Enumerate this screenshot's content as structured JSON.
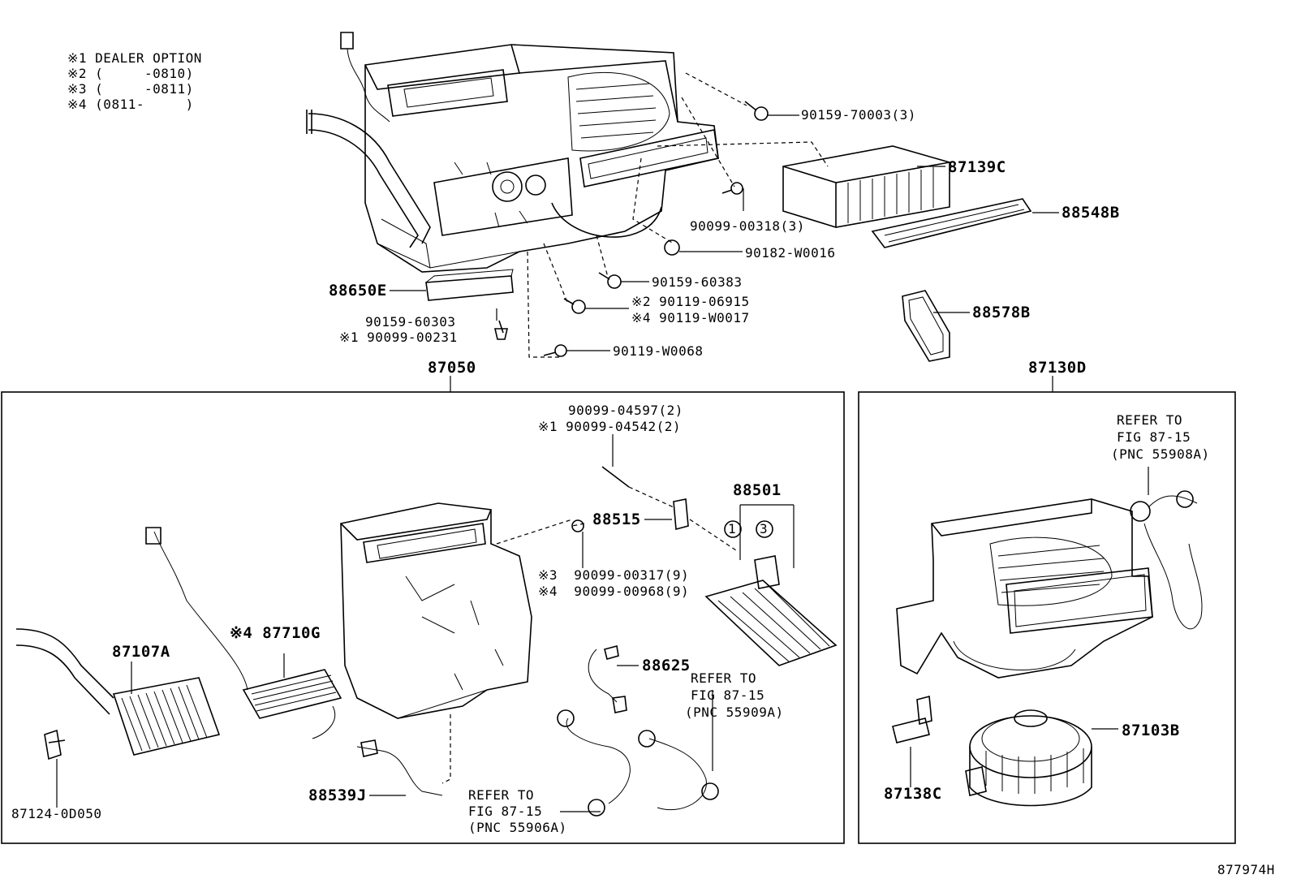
{
  "legend": {
    "note1": "※1 DEALER OPTION",
    "note2": "※2 (     -0810)",
    "note3": "※3 (     -0811)",
    "note4": "※4 (0811-     )"
  },
  "upper_labels": {
    "p90159_70003": "90159-70003(3)",
    "p87139C": "87139C",
    "p88548B": "88548B",
    "p90099_00318": "90099-00318(3)",
    "p90182_W0016": "90182-W0016",
    "p90159_60383": "90159-60383",
    "p90119_06915": "※2 90119-06915",
    "p90119_W0017": "※4 90119-W0017",
    "p88578B": "88578B",
    "p88650E": "88650E",
    "p90159_60303": "90159-60303",
    "p90099_00231": "※1 90099-00231",
    "p90119_W0068": "90119-W0068"
  },
  "group_87050": {
    "title": "87050",
    "p90099_04597": "90099-04597(2)",
    "p90099_04542": "※1 90099-04542(2)",
    "p88501": "88501",
    "circle1": "1",
    "circle3": "3",
    "p88515": "88515",
    "p90099_00317": "※3  90099-00317(9)",
    "p90099_00968": "※4  90099-00968(9)",
    "p87710G": "※4 87710G",
    "p87107A": "87107A",
    "p88625": "88625",
    "refer1_line1": "REFER TO",
    "refer1_line2": "FIG 87-15",
    "refer1_line3": "(PNC 55909A)",
    "p88539J": "88539J",
    "refer2_line1": "REFER TO",
    "refer2_line2": "FIG 87-15",
    "refer2_line3": "(PNC 55906A)",
    "p87124_0D050": "87124-0D050"
  },
  "group_87130D": {
    "title": "87130D",
    "refer_line1": "REFER TO",
    "refer_line2": "FIG 87-15",
    "refer_line3": "(PNC 55908A)",
    "p87103B": "87103B",
    "p87138C": "87138C"
  },
  "figure_id": "877974H"
}
